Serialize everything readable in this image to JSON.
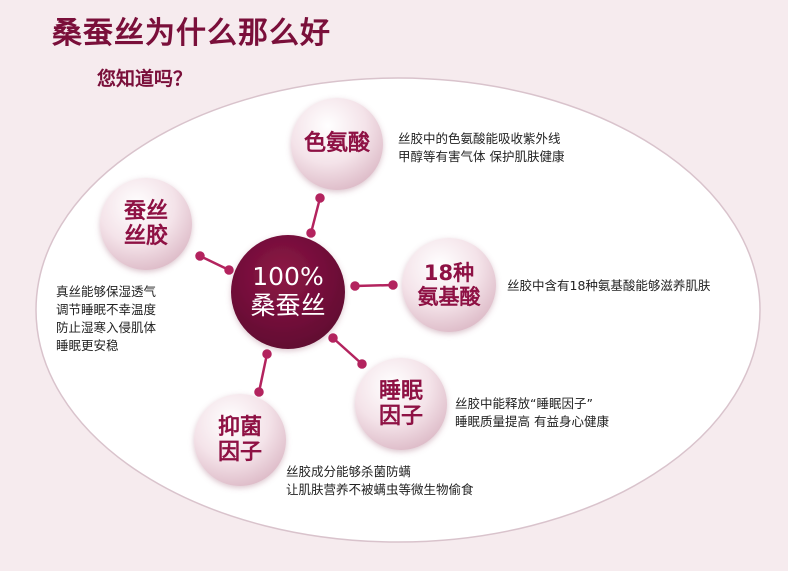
{
  "title": "桑蚕丝为什么那么好",
  "subtitle": "您知道吗？",
  "colors": {
    "brand": "#7a0f3a",
    "node_text": "#8e1144",
    "center_fill": "#6e0b36",
    "connector": "#b3235e",
    "background": "#f6ebee"
  },
  "center": {
    "line1": "100%",
    "line2": "桑蚕丝"
  },
  "features": [
    {
      "lines": [
        "色氨酸"
      ],
      "desc": [
        "丝胶中的色氨酸能吸收紫外线",
        "甲醇等有害气体  保护肌肤健康"
      ]
    },
    {
      "lines": [
        "18种",
        "氨基酸"
      ],
      "desc": [
        "丝胶中含有18种氨基酸能够滋养肌肤"
      ]
    },
    {
      "lines": [
        "睡眠",
        "因子"
      ],
      "desc": [
        "丝胶中能释放“睡眠因子”",
        "睡眠质量提高  有益身心健康"
      ]
    },
    {
      "lines": [
        "抑菌",
        "因子"
      ],
      "desc": [
        "丝胶成分能够杀菌防螨",
        "让肌肤营养不被螨虫等微生物偷食"
      ]
    },
    {
      "lines": [
        "蚕丝",
        "丝胶"
      ],
      "desc": [
        "真丝能够保湿透气",
        "调节睡眠不幸温度",
        "防止湿寒入侵肌体",
        "睡眠更安稳"
      ]
    }
  ]
}
